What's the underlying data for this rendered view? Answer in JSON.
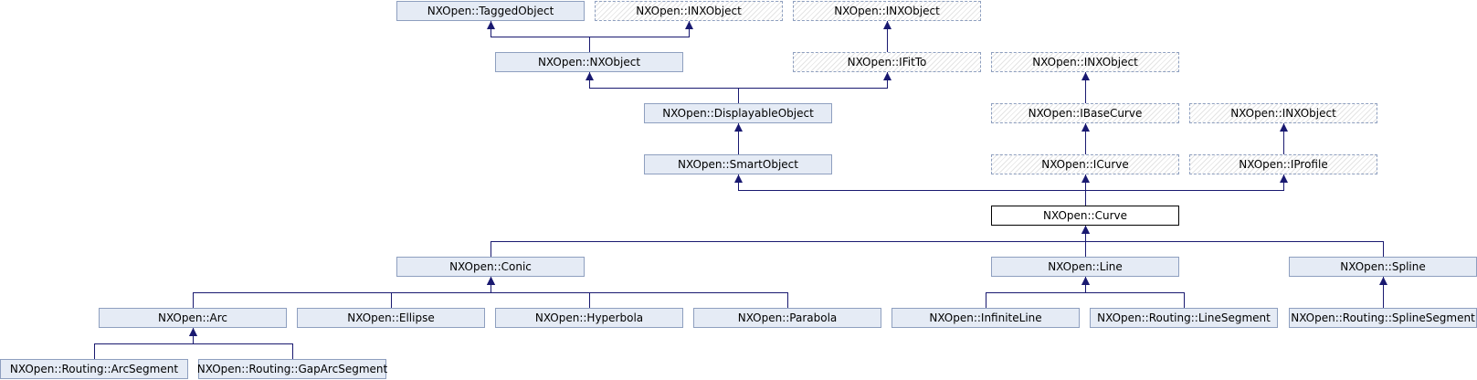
{
  "diagram": {
    "nodes": [
      {
        "id": "tagged",
        "label": "NXOpen::TaggedObject",
        "kind": "class"
      },
      {
        "id": "inx1",
        "label": "NXOpen::INXObject",
        "kind": "interface"
      },
      {
        "id": "inx2",
        "label": "NXOpen::INXObject",
        "kind": "interface"
      },
      {
        "id": "nxobject",
        "label": "NXOpen::NXObject",
        "kind": "class"
      },
      {
        "id": "ifitto",
        "label": "NXOpen::IFitTo",
        "kind": "interface"
      },
      {
        "id": "inx3",
        "label": "NXOpen::INXObject",
        "kind": "interface"
      },
      {
        "id": "displayable",
        "label": "NXOpen::DisplayableObject",
        "kind": "class"
      },
      {
        "id": "ibasecurve",
        "label": "NXOpen::IBaseCurve",
        "kind": "interface"
      },
      {
        "id": "inx4",
        "label": "NXOpen::INXObject",
        "kind": "interface"
      },
      {
        "id": "smart",
        "label": "NXOpen::SmartObject",
        "kind": "class"
      },
      {
        "id": "icurve",
        "label": "NXOpen::ICurve",
        "kind": "interface"
      },
      {
        "id": "iprofile",
        "label": "NXOpen::IProfile",
        "kind": "interface"
      },
      {
        "id": "curve",
        "label": "NXOpen::Curve",
        "kind": "current"
      },
      {
        "id": "conic",
        "label": "NXOpen::Conic",
        "kind": "class"
      },
      {
        "id": "line",
        "label": "NXOpen::Line",
        "kind": "class"
      },
      {
        "id": "spline",
        "label": "NXOpen::Spline",
        "kind": "class"
      },
      {
        "id": "arc",
        "label": "NXOpen::Arc",
        "kind": "class"
      },
      {
        "id": "ellipse",
        "label": "NXOpen::Ellipse",
        "kind": "class"
      },
      {
        "id": "hyperbola",
        "label": "NXOpen::Hyperbola",
        "kind": "class"
      },
      {
        "id": "parabola",
        "label": "NXOpen::Parabola",
        "kind": "class"
      },
      {
        "id": "infiniteline",
        "label": "NXOpen::InfiniteLine",
        "kind": "class"
      },
      {
        "id": "linesegment",
        "label": "NXOpen::Routing::LineSegment",
        "kind": "class"
      },
      {
        "id": "splinesegment",
        "label": "NXOpen::Routing::SplineSegment",
        "kind": "class"
      },
      {
        "id": "arcsegment",
        "label": "NXOpen::Routing::ArcSegment",
        "kind": "class"
      },
      {
        "id": "gaparcsegment",
        "label": "NXOpen::Routing::GapArcSegment",
        "kind": "class"
      }
    ],
    "edges": [
      {
        "from": "nxobject",
        "to": "tagged"
      },
      {
        "from": "nxobject",
        "to": "inx1"
      },
      {
        "from": "ifitto",
        "to": "inx2"
      },
      {
        "from": "displayable",
        "to": "nxobject"
      },
      {
        "from": "displayable",
        "to": "ifitto"
      },
      {
        "from": "ibasecurve",
        "to": "inx3"
      },
      {
        "from": "smart",
        "to": "displayable"
      },
      {
        "from": "icurve",
        "to": "ibasecurve"
      },
      {
        "from": "iprofile",
        "to": "inx4"
      },
      {
        "from": "curve",
        "to": "smart"
      },
      {
        "from": "curve",
        "to": "icurve"
      },
      {
        "from": "curve",
        "to": "iprofile"
      },
      {
        "from": "conic",
        "to": "curve"
      },
      {
        "from": "line",
        "to": "curve"
      },
      {
        "from": "spline",
        "to": "curve"
      },
      {
        "from": "arc",
        "to": "conic"
      },
      {
        "from": "ellipse",
        "to": "conic"
      },
      {
        "from": "hyperbola",
        "to": "conic"
      },
      {
        "from": "parabola",
        "to": "conic"
      },
      {
        "from": "infiniteline",
        "to": "line"
      },
      {
        "from": "linesegment",
        "to": "line"
      },
      {
        "from": "splinesegment",
        "to": "spline"
      },
      {
        "from": "arcsegment",
        "to": "arc"
      },
      {
        "from": "gaparcsegment",
        "to": "arc"
      }
    ],
    "colors": {
      "edge": "#191970",
      "class_fill": "#e5ebf5",
      "class_border": "#8e9fbf",
      "current_border": "#000000"
    }
  }
}
